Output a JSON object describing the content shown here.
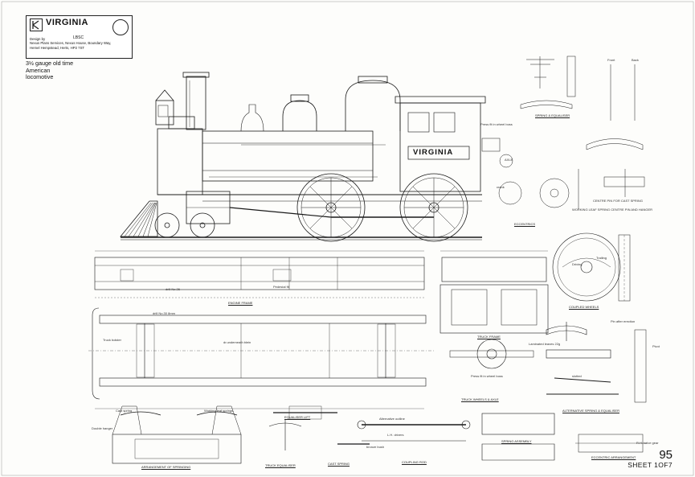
{
  "title_block": {
    "title": "VIRGINIA",
    "author": "LBSC",
    "design_lines": [
      "Design by",
      "Nexus Plans Services, Nexus House, Boundary Way,",
      "Hemel Hempstead, Herts, HP2 7ST"
    ]
  },
  "subtitle": {
    "line1": "3½ gauge old time",
    "line2": "American",
    "line3": "locomotive"
  },
  "boiler_name": "VIRGINIA",
  "captions": {
    "engine_frame": "ENGINE FRAME",
    "coupled_wheels": "COUPLED WHEELS",
    "truck_frame": "TRUCK FRAME",
    "truck_wheels": "TRUCK WHEELS & AXLE",
    "eccentrics": "ECCENTRICS",
    "spring_equaliser": "SPRING & EQUALISER",
    "arrangement_springing": "ARRANGEMENT OF SPRINGING",
    "equaliser_lift": "EQUALISER LIFT",
    "truck_equaliser": "TRUCK EQUALISER",
    "cast_spring": "CAST SPRING",
    "coupling_rod": "COUPLING ROD",
    "spring_assembly": "SPRING ASSEMBLY",
    "alt_spring": "ALTERNATIVE SPRING & EQUALISER",
    "eccentric_arrangement": "ECCENTRIC ARRANGEMENT"
  },
  "notes": {
    "drill_26": "drill No 26",
    "drill_30": "drill No.30 8mm",
    "pedestal": "Pedestal fit",
    "underneath": "dr.underneath blein",
    "truck_bolster": "Truck bolster",
    "cast_spring_label": "Cast spring",
    "working_leaf": "Working leaf springs",
    "double_hanger": "Double hanger",
    "alternative_outline": "Alternative outline",
    "lh_drivers": "L.H. drivers",
    "bronze_bush": "bronze bush",
    "coupled_wheels_note": "Press fit in wheel boss",
    "driving": "Driving",
    "trailing": "Trailing",
    "axle": "AXLE",
    "crank": "crank",
    "front": "Front",
    "back": "Back",
    "pin_after": "Pin after erection",
    "pivot": "Pivot",
    "slotted": "slotted",
    "laminated": "Laminated leaves 22g",
    "lh_valve": "R.H. valve gear",
    "working_spring": "WORKING LEAF SPRING CENTRE PIN AND HANGER",
    "center_pin": "CENTRE PIN FOR CAST SPRING",
    "press_fit_wheel": "Press fit in wheel boss"
  },
  "sheet": {
    "number": "95",
    "of": "SHEET 1OF7"
  }
}
